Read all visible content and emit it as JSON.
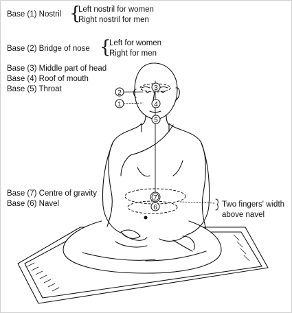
{
  "labels": {
    "base1": "Base (1) Nostril",
    "base1_women": "Left nostril for women",
    "base1_men": "Right nostril for men",
    "base2": "Base (2) Bridge of nose",
    "base2_women": "Left for women",
    "base2_men": "Right for men",
    "base3": "Base (3) Middle part of head",
    "base4": "Base (4) Roof of mouth",
    "base5": "Base (5) Throat",
    "base7": "Base (7) Centre of gravity",
    "base6": "Base (6) Navel",
    "note_line1": "Two fingers' width",
    "note_line2": "above navel"
  },
  "markers": [
    "1",
    "2",
    "3",
    "4",
    "5",
    "6",
    "7"
  ],
  "colors": {
    "ink": "#111111",
    "background": "#ffffff"
  },
  "illustration": "seated meditating figure on mat with seven bases marked"
}
